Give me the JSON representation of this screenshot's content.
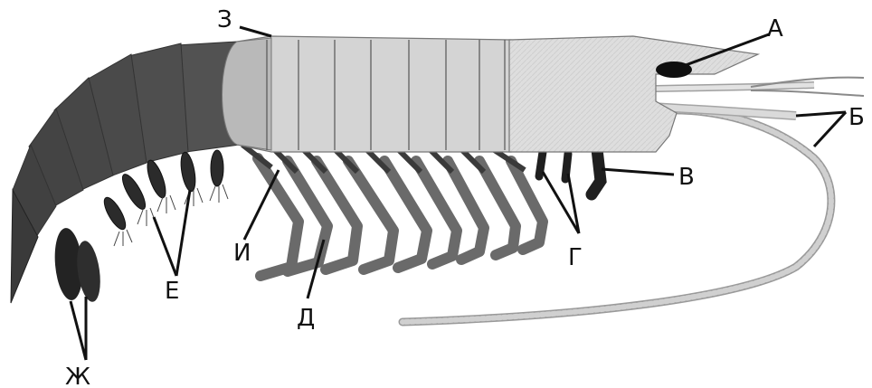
{
  "figure": {
    "labels": {
      "a": "А",
      "b": "Б",
      "v": "В",
      "g": "Г",
      "d": "Д",
      "e": "Е",
      "zh": "Ж",
      "z": "З",
      "i": "И"
    },
    "colors": {
      "carapace": "#dcdcdc",
      "thorax": "#d2d2d2",
      "abdomen": "#525252",
      "appendage_dark": "#2b2b2b",
      "legs": "#6a6a6a",
      "antenna": "#c8c8c8"
    }
  }
}
